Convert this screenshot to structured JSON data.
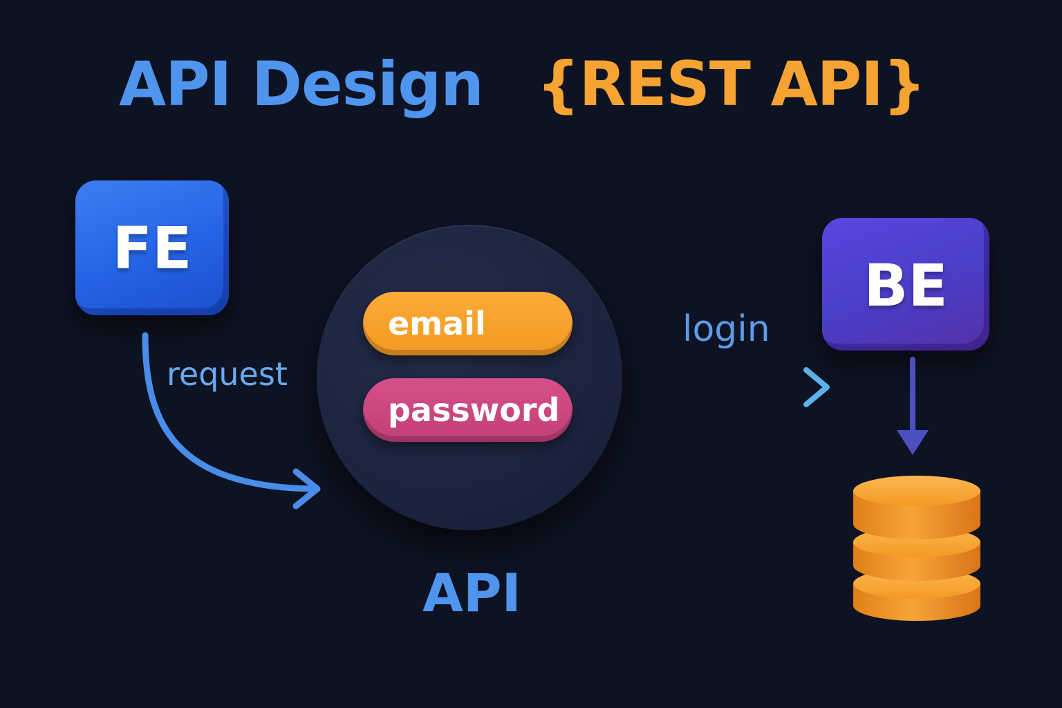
{
  "title": "API Design",
  "tag": "{REST API}",
  "nodes": {
    "frontend": "FE",
    "backend": "BE",
    "api": "API"
  },
  "fields": {
    "email": "email",
    "password": "password"
  },
  "edges": {
    "request": "request",
    "login": "login"
  },
  "colors": {
    "background": "#0e1323",
    "title": "#4f95ee",
    "tag": "#f5a332",
    "frontend": "#2563e6",
    "backend": "#4a3fc9",
    "email_pill": "#f39a22",
    "password_pill": "#c23f78",
    "database": "#f39a22"
  },
  "icons": {
    "database": "database-icon"
  }
}
